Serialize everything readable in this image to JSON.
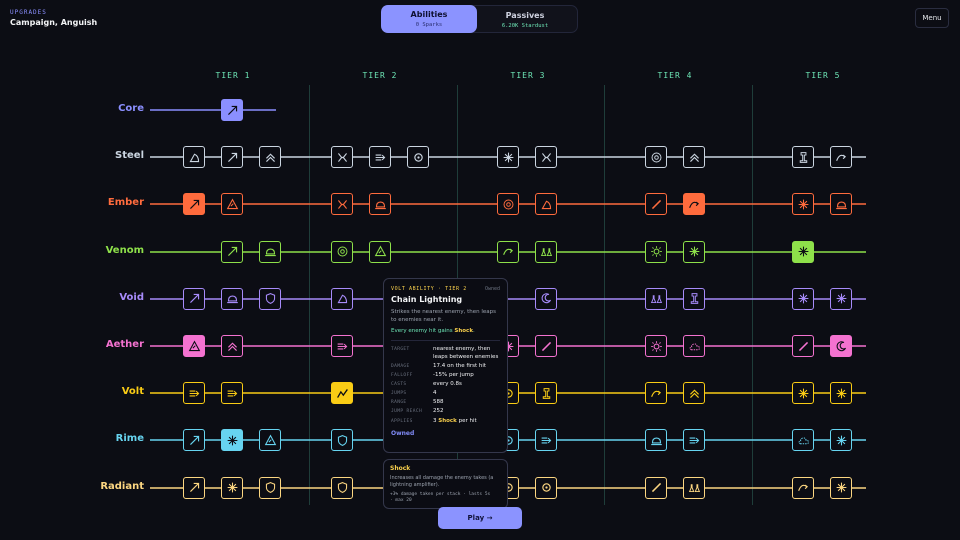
{
  "header": {
    "kicker": "UPGRADES",
    "title": "Campaign, Anguish",
    "menu_label": "Menu"
  },
  "tabs": [
    {
      "label": "Abilities",
      "sub": "0 Sparks",
      "active": true
    },
    {
      "label": "Passives",
      "sub": "6.20K Stardust",
      "active": false
    }
  ],
  "tiers": [
    "TIER 1",
    "TIER 2",
    "TIER 3",
    "TIER 4",
    "TIER 5"
  ],
  "rows": [
    {
      "label": "Core",
      "color": "#8b8fff",
      "nodes": [
        {
          "slot": 1,
          "icon": "arrow",
          "owned": true
        }
      ]
    },
    {
      "label": "Steel",
      "color": "#cbd5e1",
      "nodes": [
        {
          "slot": 0,
          "icon": "fan"
        },
        {
          "slot": 1,
          "icon": "arrow"
        },
        {
          "slot": 2,
          "icon": "chevrons"
        },
        {
          "slot": 3,
          "icon": "cross"
        },
        {
          "slot": 4,
          "icon": "dash"
        },
        {
          "slot": 5,
          "icon": "ring"
        },
        {
          "slot": 6,
          "icon": "star"
        },
        {
          "slot": 7,
          "icon": "cross"
        },
        {
          "slot": 9,
          "icon": "target"
        },
        {
          "slot": 10,
          "icon": "chevrons"
        },
        {
          "slot": 12,
          "icon": "tower"
        },
        {
          "slot": 13,
          "icon": "arc"
        }
      ]
    },
    {
      "label": "Ember",
      "color": "#ff6b3d",
      "nodes": [
        {
          "slot": 0,
          "icon": "arrow",
          "owned": true
        },
        {
          "slot": 1,
          "icon": "triangle"
        },
        {
          "slot": 3,
          "icon": "cross"
        },
        {
          "slot": 4,
          "icon": "dome"
        },
        {
          "slot": 6,
          "icon": "target"
        },
        {
          "slot": 7,
          "icon": "fan"
        },
        {
          "slot": 9,
          "icon": "slash"
        },
        {
          "slot": 10,
          "icon": "arc",
          "owned": true
        },
        {
          "slot": 12,
          "icon": "star"
        },
        {
          "slot": 13,
          "icon": "dome"
        }
      ]
    },
    {
      "label": "Venom",
      "color": "#8ee04a",
      "nodes": [
        {
          "slot": 1,
          "icon": "arrow"
        },
        {
          "slot": 2,
          "icon": "dome"
        },
        {
          "slot": 3,
          "icon": "target"
        },
        {
          "slot": 4,
          "icon": "triangle"
        },
        {
          "slot": 6,
          "icon": "arc"
        },
        {
          "slot": 7,
          "icon": "flasks"
        },
        {
          "slot": 9,
          "icon": "sun"
        },
        {
          "slot": 10,
          "icon": "star"
        },
        {
          "slot": 12,
          "icon": "star",
          "owned": true
        }
      ]
    },
    {
      "label": "Void",
      "color": "#a78bfa",
      "nodes": [
        {
          "slot": 0,
          "icon": "arrow"
        },
        {
          "slot": 1,
          "icon": "dome"
        },
        {
          "slot": 2,
          "icon": "shield"
        },
        {
          "slot": 3,
          "icon": "fan"
        },
        {
          "slot": 5,
          "icon": "ring"
        },
        {
          "slot": 7,
          "icon": "moon"
        },
        {
          "slot": 9,
          "icon": "flasks"
        },
        {
          "slot": 10,
          "icon": "tower"
        },
        {
          "slot": 12,
          "icon": "star"
        },
        {
          "slot": 13,
          "icon": "star"
        }
      ]
    },
    {
      "label": "Aether",
      "color": "#f472d0",
      "nodes": [
        {
          "slot": 0,
          "icon": "triangle",
          "owned": true
        },
        {
          "slot": 1,
          "icon": "chevrons"
        },
        {
          "slot": 3,
          "icon": "dash"
        },
        {
          "slot": 6,
          "icon": "star"
        },
        {
          "slot": 7,
          "icon": "slash"
        },
        {
          "slot": 9,
          "icon": "sun"
        },
        {
          "slot": 10,
          "icon": "cloud"
        },
        {
          "slot": 12,
          "icon": "slash"
        },
        {
          "slot": 13,
          "icon": "moon",
          "owned": true
        }
      ]
    },
    {
      "label": "Volt",
      "color": "#facc15",
      "nodes": [
        {
          "slot": 0,
          "icon": "dash"
        },
        {
          "slot": 1,
          "icon": "dash"
        },
        {
          "slot": 3,
          "icon": "zigzag",
          "owned": true
        },
        {
          "slot": 6,
          "icon": "ring"
        },
        {
          "slot": 7,
          "icon": "tower"
        },
        {
          "slot": 9,
          "icon": "arc"
        },
        {
          "slot": 10,
          "icon": "chevrons"
        },
        {
          "slot": 12,
          "icon": "star"
        },
        {
          "slot": 13,
          "icon": "star"
        }
      ]
    },
    {
      "label": "Rime",
      "color": "#67d4f0",
      "nodes": [
        {
          "slot": 0,
          "icon": "arrow"
        },
        {
          "slot": 1,
          "icon": "star",
          "owned": true
        },
        {
          "slot": 2,
          "icon": "triangle"
        },
        {
          "slot": 3,
          "icon": "shield"
        },
        {
          "slot": 6,
          "icon": "ring"
        },
        {
          "slot": 7,
          "icon": "dash"
        },
        {
          "slot": 9,
          "icon": "dome"
        },
        {
          "slot": 10,
          "icon": "dash"
        },
        {
          "slot": 12,
          "icon": "cloud"
        },
        {
          "slot": 13,
          "icon": "star"
        }
      ]
    },
    {
      "label": "Radiant",
      "color": "#fcd681",
      "nodes": [
        {
          "slot": 0,
          "icon": "arrow"
        },
        {
          "slot": 1,
          "icon": "star"
        },
        {
          "slot": 2,
          "icon": "shield"
        },
        {
          "slot": 3,
          "icon": "shield"
        },
        {
          "slot": 6,
          "icon": "ring"
        },
        {
          "slot": 7,
          "icon": "ring"
        },
        {
          "slot": 9,
          "icon": "slash"
        },
        {
          "slot": 10,
          "icon": "flasks"
        },
        {
          "slot": 12,
          "icon": "arc"
        },
        {
          "slot": 13,
          "icon": "star"
        }
      ]
    }
  ],
  "tooltip": {
    "kicker": "VOLT ABILITY · TIER 2",
    "owned_tag": "Owned",
    "name": "Chain Lightning",
    "description": "Strikes the nearest enemy, then leaps to enemies near it.",
    "effect_prefix": "Every enemy hit gains",
    "effect_keyword": "Shock",
    "stats": [
      {
        "key": "TARGET",
        "value": "nearest enemy, then leaps between enemies"
      },
      {
        "key": "DAMAGE",
        "value": "17.4 on the first hit"
      },
      {
        "key": "FALLOFF",
        "value": "-15% per jump"
      },
      {
        "key": "CASTS",
        "value": "every 0.8s"
      },
      {
        "key": "JUMPS",
        "value": "4"
      },
      {
        "key": "RANGE",
        "value": "588"
      },
      {
        "key": "JUMP REACH",
        "value": "252"
      }
    ],
    "applies_key": "APPLIES",
    "applies_count": "3",
    "applies_keyword": "Shock",
    "applies_suffix": "per hit",
    "status": "Owned"
  },
  "status_tooltip": {
    "name": "Shock",
    "description": "Increases all damage the enemy takes (a lightning amplifier).",
    "stats_line1": "+3% damage taken per stack · lasts 5s",
    "stats_line2": "· max 20"
  },
  "play_label": "Play →"
}
